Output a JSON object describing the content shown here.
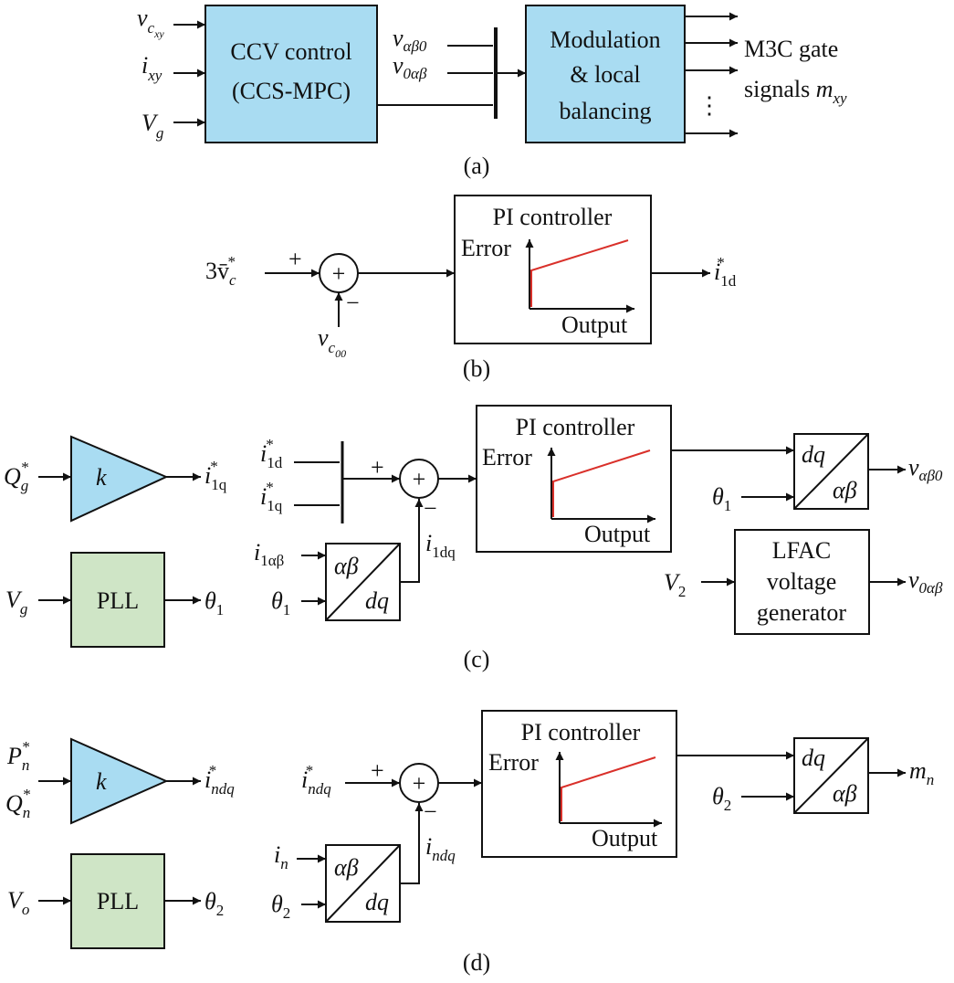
{
  "colors": {
    "blue_block": "#a9dcf2",
    "green_block": "#cfe5c6",
    "pi_curve": "#d9302a"
  },
  "panel_a": {
    "caption": "(a)",
    "ccv_line1": "CCV control",
    "ccv_line2": "(CCS-MPC)",
    "mod_line1": "Modulation",
    "mod_line2": "& local",
    "mod_line3": "balancing",
    "out_line1": "M3C gate",
    "out_line2": "signals",
    "in_v": "v",
    "in_v_sub": "c",
    "in_v_subsub": "xy",
    "in_i": "i",
    "in_i_sub": "xy",
    "in_V": "V",
    "in_V_sub": "g",
    "mid1": "v",
    "mid1_sub": "αβ0",
    "mid2": "v",
    "mid2_sub": "0αβ",
    "out_m": "m",
    "out_m_sub": "xy",
    "dots": "⋮"
  },
  "panel_b": {
    "caption": "(b)",
    "pi_title": "PI controller",
    "pi_error": "Error",
    "pi_output": "Output",
    "in_ref": "3v̄",
    "in_ref_sub": "c",
    "in_ref_sup": "*",
    "plus": "+",
    "minus": "−",
    "sum": "+",
    "fb": "v",
    "fb_sub": "c",
    "fb_subsub": "00",
    "out": "i",
    "out_sub": "1d",
    "out_sup": "*"
  },
  "panel_c": {
    "caption": "(c)",
    "Q": "Q",
    "Q_sub": "g",
    "Q_sup": "*",
    "k": "k",
    "iq": "i",
    "iq_sub": "1q",
    "iq_sup": "*",
    "Vg": "V",
    "Vg_sub": "g",
    "pll": "PLL",
    "theta": "θ",
    "theta_sub": "1",
    "id_ref": "i",
    "id_ref_sub": "1d",
    "id_ref_sup": "*",
    "iq_ref": "i",
    "iq_ref_sub": "1q",
    "iq_ref_sup": "*",
    "plus": "+",
    "minus": "−",
    "sum": "+",
    "i_ab": "i",
    "i_ab_sub": "1αβ",
    "theta_in": "θ",
    "theta_in_sub": "1",
    "ab": "αβ",
    "dq": "dq",
    "i_dq": "i",
    "i_dq_sub": "1dq",
    "pi_title": "PI controller",
    "pi_error": "Error",
    "pi_output": "Output",
    "theta_r": "θ",
    "theta_r_sub": "1",
    "v_out1": "v",
    "v_out1_sub": "αβ0",
    "lfac1": "LFAC",
    "lfac2": "voltage",
    "lfac3": "generator",
    "V2": "V",
    "V2_sub": "2",
    "v_out2": "v",
    "v_out2_sub": "0αβ"
  },
  "panel_d": {
    "caption": "(d)",
    "P": "P",
    "P_sub": "n",
    "P_sup": "*",
    "Q": "Q",
    "Q_sub": "n",
    "Q_sup": "*",
    "k": "k",
    "i_out": "i",
    "i_out_sub": "ndq",
    "i_out_sup": "*",
    "Vo": "V",
    "Vo_sub": "o",
    "pll": "PLL",
    "theta": "θ",
    "theta_sub": "2",
    "i_ref": "i",
    "i_ref_sub": "ndq",
    "i_ref_sup": "*",
    "plus": "+",
    "minus": "−",
    "sum": "+",
    "i_n": "i",
    "i_n_sub": "n",
    "theta_in": "θ",
    "theta_in_sub": "2",
    "ab": "αβ",
    "dq": "dq",
    "i_fb": "i",
    "i_fb_sub": "ndq",
    "pi_title": "PI controller",
    "pi_error": "Error",
    "pi_output": "Output",
    "theta_r": "θ",
    "theta_r_sub": "2",
    "m": "m",
    "m_sub": "n"
  }
}
